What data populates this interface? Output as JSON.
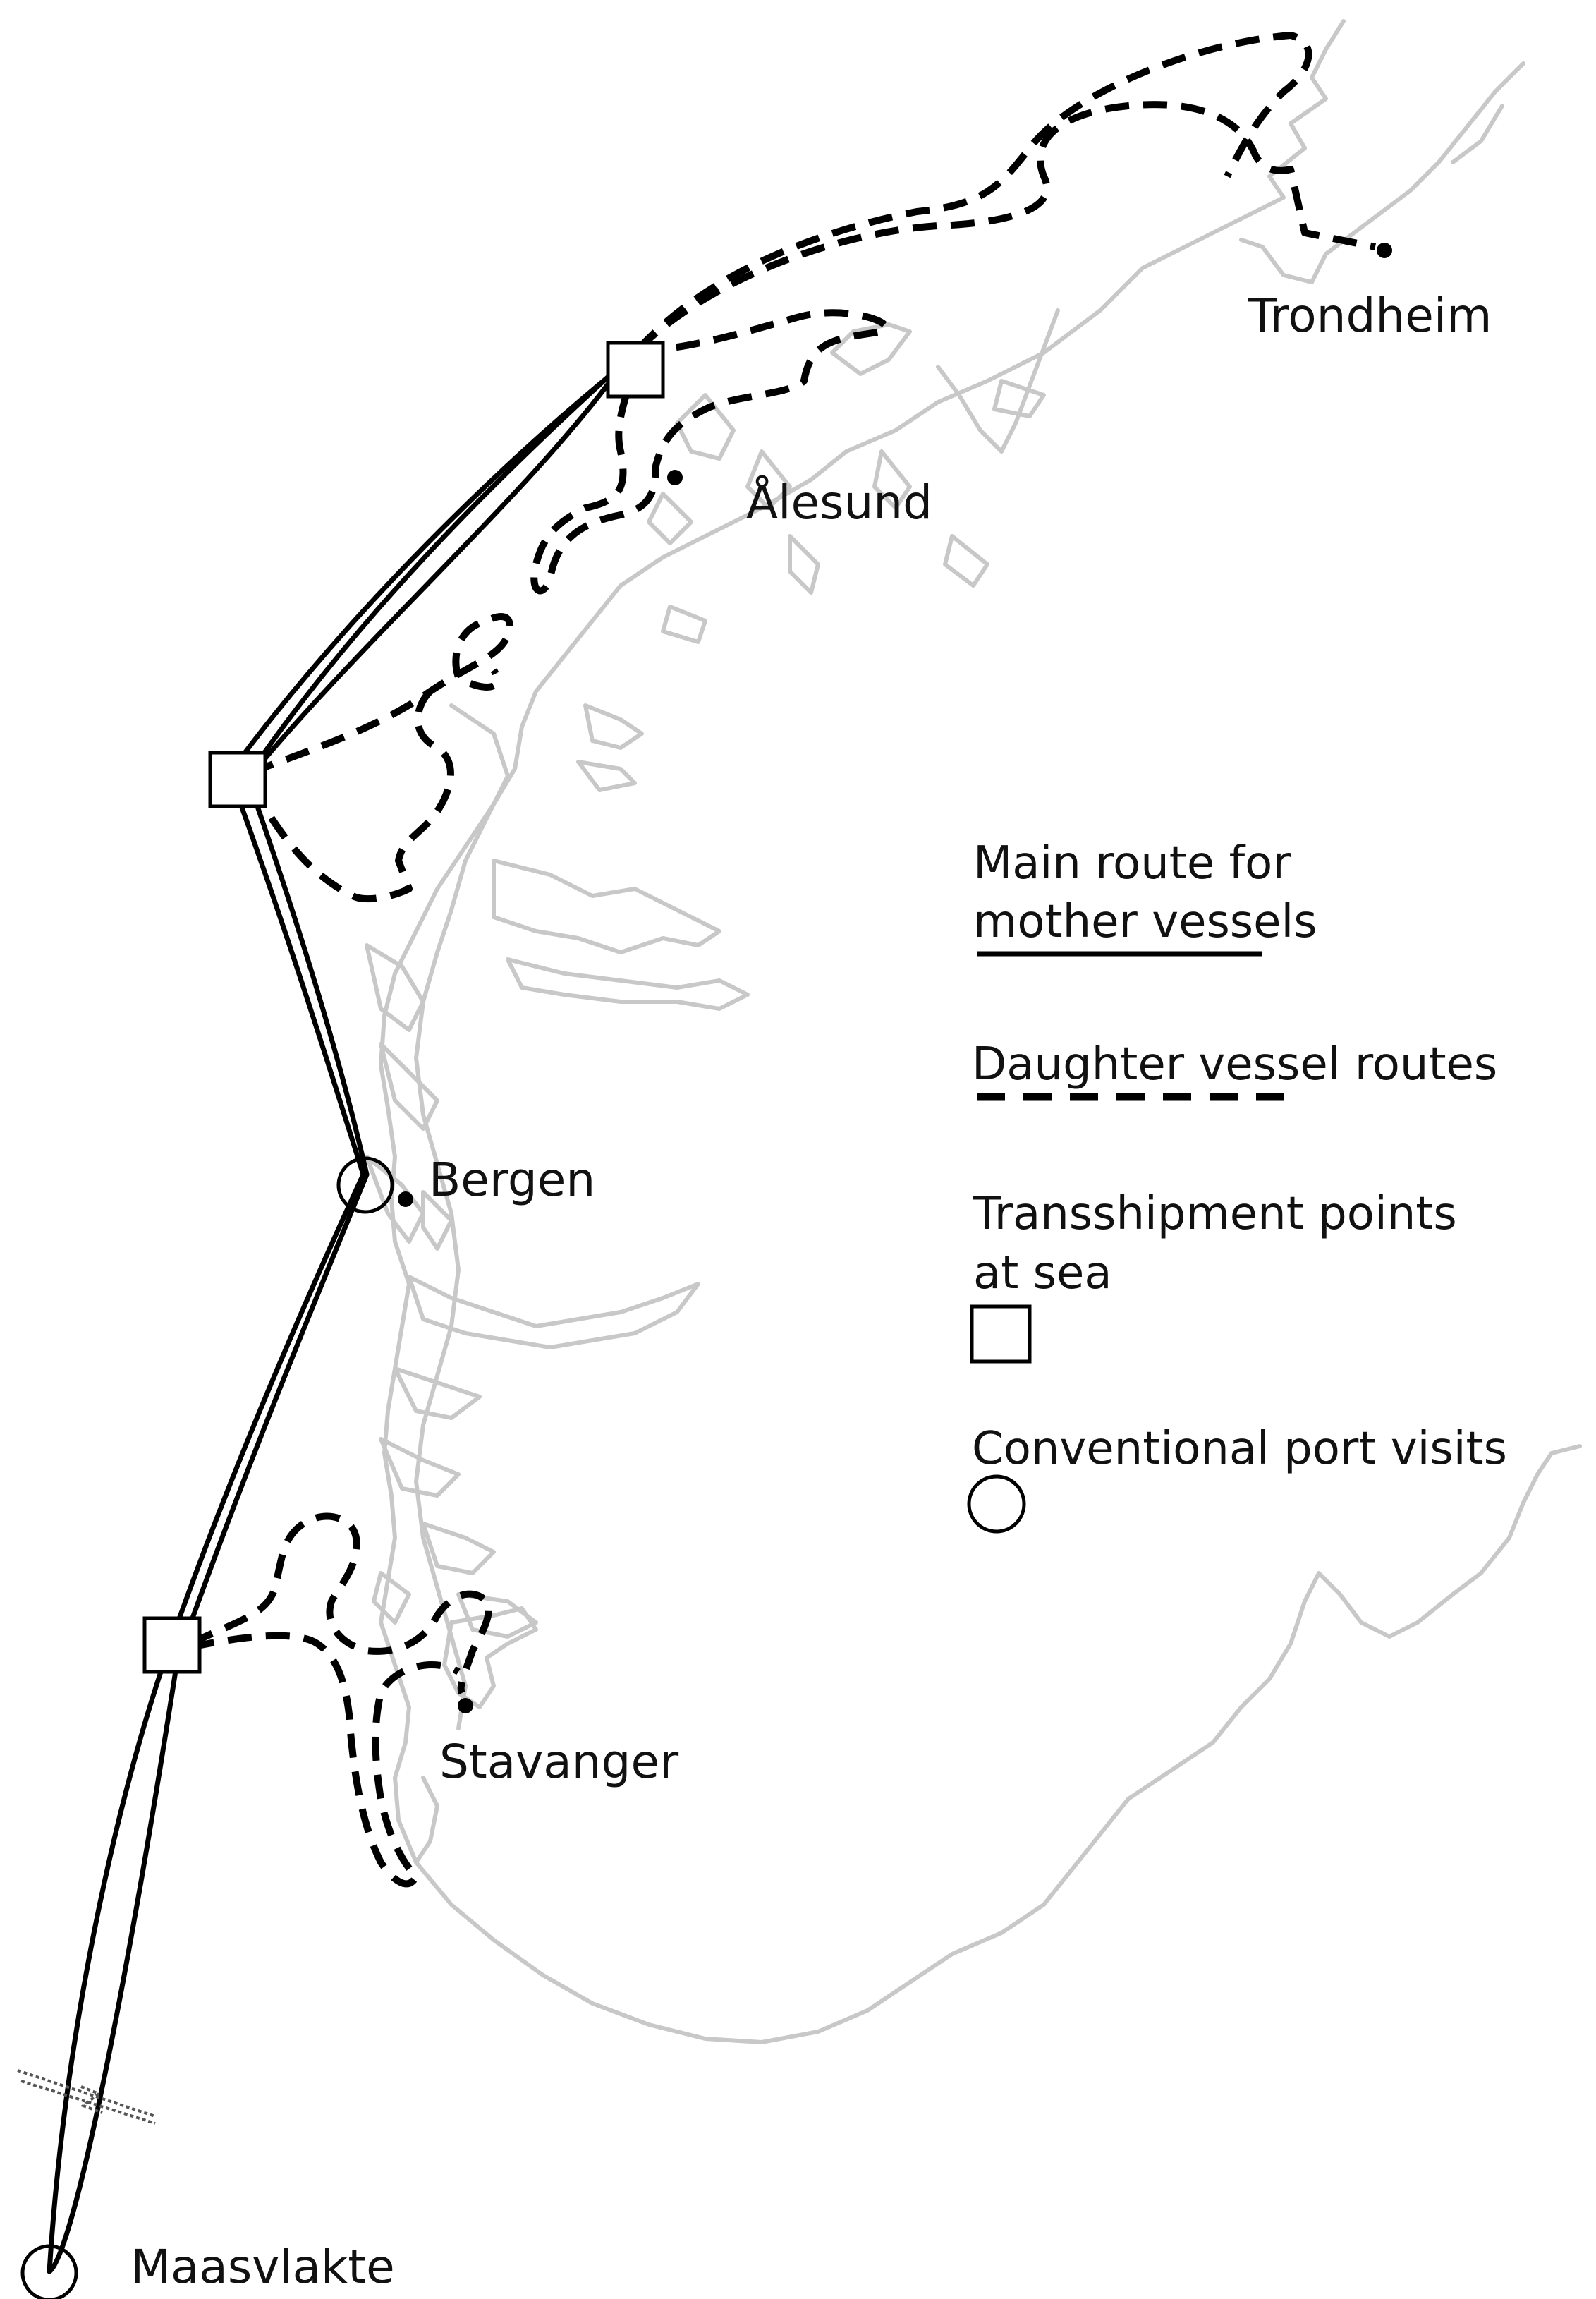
{
  "map": {
    "places": {
      "trondheim": "Trondheim",
      "alesund": "Ålesund",
      "bergen": "Bergen",
      "stavanger": "Stavanger",
      "maasvlakte": "Maasvlakte"
    },
    "legend": {
      "main_route_line1": "Main route for",
      "main_route_line2": "mother vessels",
      "daughter_routes": "Daughter vessel routes",
      "transshipment_line1": "Transshipment points",
      "transshipment_line2": "at sea",
      "port_visits": "Conventional port visits"
    },
    "colors": {
      "coastline": "#c8c8c8",
      "routes": "#000000",
      "background": "#ffffff"
    }
  }
}
